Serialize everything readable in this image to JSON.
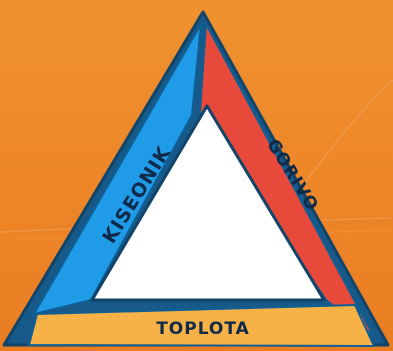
{
  "diagram": {
    "labels": {
      "left": "KISEONIK",
      "right": "GORIVO",
      "bottom": "TOPLOTA"
    },
    "colors": {
      "background": "#ef8a2a",
      "outline": "#175a8a",
      "left_side": "#1f9be8",
      "right_side": "#e74a3b",
      "bottom_side": "#f6b247",
      "center": "#ffffff",
      "text": "#102a4a"
    }
  }
}
